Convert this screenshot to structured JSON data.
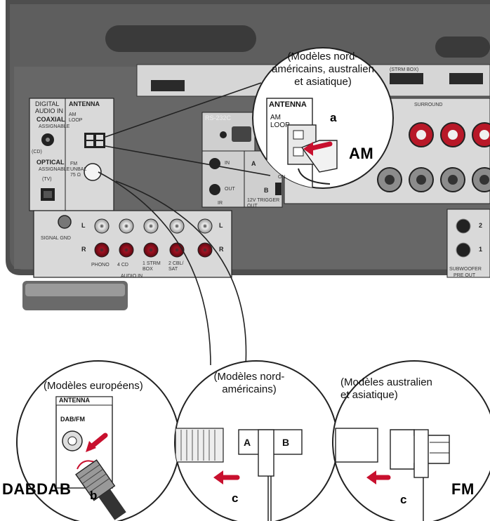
{
  "panel": {
    "digital_audio_in": [
      "DIGITAL",
      "AUDIO IN"
    ],
    "coaxial": "COAXIAL",
    "assignable": "ASSIGNABLE",
    "cd": "(CD)",
    "optical": "OPTICAL",
    "optical_assignable": "ASSIGNABLE",
    "tv": "(TV)",
    "antenna": "ANTENNA",
    "am_loop": [
      "AM",
      "LOOP"
    ],
    "fm_unbal": [
      "FM",
      "UNBAL",
      "75 Ω"
    ],
    "rs232c": "RS-232C",
    "ir_in": "IN",
    "ir_out": "OUT",
    "ir": "IR",
    "trigger_a": "A",
    "trigger_b": "B",
    "trigger_on": "ON",
    "trigger": [
      "12V TRIGGER",
      "OUT"
    ],
    "signal_gnd": "SIGNAL GND",
    "audio_l": "L",
    "audio_r": "R",
    "phono": "PHONO",
    "cd_in": "4 CD",
    "strm_box_1": [
      "1 STRM",
      "BOX"
    ],
    "cbl_sat": [
      "2 CBL/",
      "SAT"
    ],
    "audio_in": "AUDIO IN",
    "surround": "SURROUND",
    "subwoofer": "SUBWOOFER",
    "pre_out": "PRE OUT",
    "sub_1": "1",
    "sub_2": "2",
    "hdmi_label": "(STRM BOX)"
  },
  "callouts": {
    "am_caption": [
      "(Modèles nord-",
      "américains, australien",
      "et asiatique)"
    ],
    "am_antenna_label": "ANTENNA",
    "am_loop_label": [
      "AM",
      "LOOP"
    ],
    "a_label": "a",
    "am_label": "AM",
    "eu_caption": "(Modèles européens)",
    "eu_antenna_label": "ANTENNA",
    "eu_dabfm": "DAB/FM",
    "dab_label": "DABDAB",
    "b_label": "b",
    "na_caption": [
      "(Modèles nord-",
      "américains)"
    ],
    "na_a": "A",
    "na_b": "B",
    "na_c": "c",
    "au_caption": [
      "(Modèles australien",
      "et asiatique)"
    ],
    "au_c": "c",
    "fm_label": "FM"
  }
}
